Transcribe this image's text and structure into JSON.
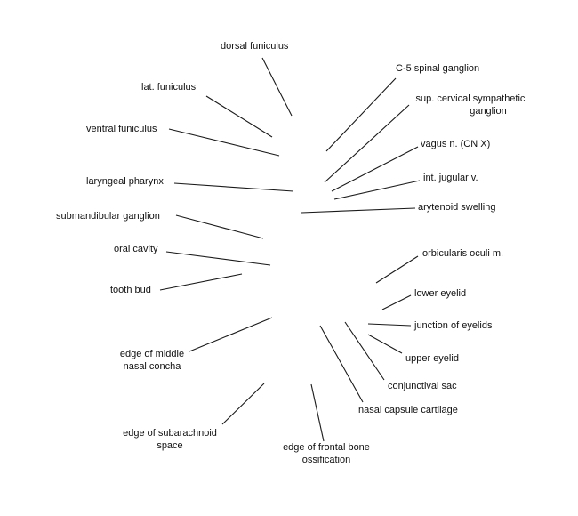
{
  "labels": {
    "dorsal_funiculus": "dorsal funiculus",
    "lat_funiculus": "lat. funiculus",
    "ventral_funiculus": "ventral funiculus",
    "laryngeal_pharynx": "laryngeal pharynx",
    "submandibular_ganglion": "submandibular ganglion",
    "oral_cavity": "oral cavity",
    "tooth_bud": "tooth bud",
    "edge_middle_nasal_concha_l1": "edge of middle",
    "edge_middle_nasal_concha_l2": "nasal concha",
    "edge_subarachnoid_l1": "edge of subarachnoid",
    "edge_subarachnoid_l2": "space",
    "edge_frontal_bone_l1": "edge of frontal bone",
    "edge_frontal_bone_l2": "ossification",
    "c5_spinal_ganglion": "C-5 spinal ganglion",
    "sup_cervical_l1": "sup. cervical sympathetic",
    "sup_cervical_l2": "ganglion",
    "vagus_n": "vagus n. (CN X)",
    "int_jugular_v": "int. jugular v.",
    "arytenoid_swelling": "arytenoid swelling",
    "orbicularis_oculi": "orbicularis oculi m.",
    "lower_eyelid": "lower eyelid",
    "junction_of_eyelids": "junction of eyelids",
    "upper_eyelid": "upper eyelid",
    "conjunctival_sac": "conjunctival sac",
    "nasal_capsule_cartilage": "nasal capsule cartilage"
  }
}
